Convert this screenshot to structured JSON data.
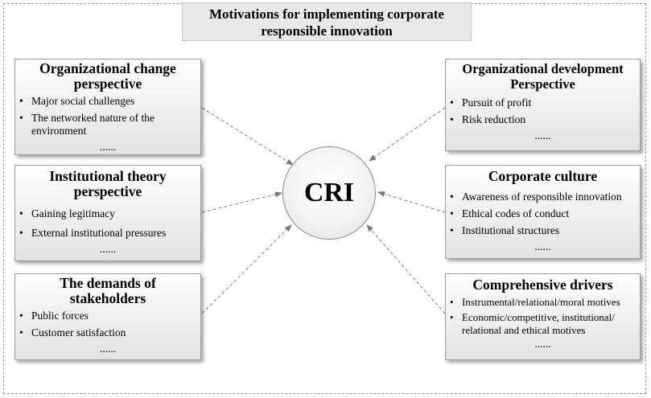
{
  "title": {
    "line1": "Motivations for implementing corporate",
    "line2": "responsible innovation"
  },
  "center": {
    "label": "CRI"
  },
  "boxes": {
    "org_change": {
      "title1": "Organizational change",
      "title2": "perspective",
      "items": [
        "Major social challenges",
        "The networked nature of the environment"
      ],
      "more": "......"
    },
    "institutional": {
      "title1": "Institutional theory",
      "title2": "perspective",
      "items": [
        "Gaining legitimacy",
        "External institutional pressures"
      ],
      "more": "......"
    },
    "stakeholders": {
      "title1": "The demands of",
      "title2": "stakeholders",
      "items": [
        "Public forces",
        "Customer satisfaction"
      ],
      "more": "......"
    },
    "org_dev": {
      "title1": "Organizational development",
      "title2": "Perspective",
      "items": [
        "Pursuit of profit",
        "Risk reduction"
      ],
      "more": "......"
    },
    "culture": {
      "title1": "Corporate culture",
      "items": [
        "Awareness of responsible innovation",
        "Ethical codes of conduct",
        "Institutional structures"
      ],
      "more": "......"
    },
    "drivers": {
      "title1": "Comprehensive drivers",
      "items": [
        "Instrumental/relational/moral motives",
        "Economic/competitive, institutional/ relational and ethical motives"
      ],
      "more": "......"
    }
  }
}
